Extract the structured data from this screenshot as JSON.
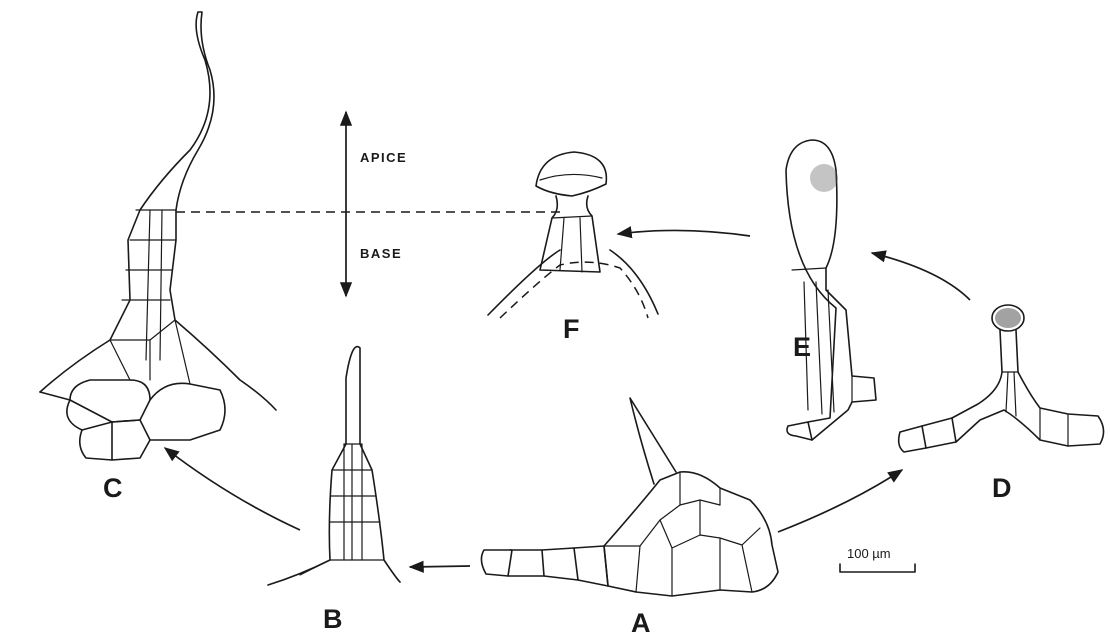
{
  "labels": {
    "A": "A",
    "B": "B",
    "C": "C",
    "D": "D",
    "E": "E",
    "F": "F"
  },
  "axis": {
    "top": "APICE",
    "bottom": "BASE"
  },
  "scale_bar": {
    "text": "100 µm"
  }
}
